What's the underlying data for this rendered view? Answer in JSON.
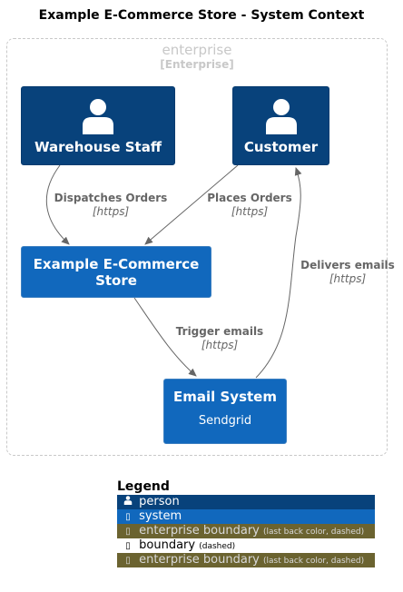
{
  "diagram": {
    "title": "Example E-Commerce Store - System Context"
  },
  "boundary": {
    "name": "enterprise",
    "type": "[Enterprise]"
  },
  "nodes": {
    "warehouse_staff": {
      "label": "Warehouse Staff",
      "icon": "person-icon"
    },
    "customer": {
      "label": "Customer",
      "icon": "person-icon"
    },
    "store": {
      "label_line1": "Example E-Commerce",
      "label_line2": "Store"
    },
    "email": {
      "label": "Email System",
      "description": "Sendgrid"
    }
  },
  "edges": {
    "dispatches": {
      "label": "Dispatches Orders",
      "tech": "[https]"
    },
    "places": {
      "label": "Places Orders",
      "tech": "[https]"
    },
    "trigger": {
      "label": "Trigger emails",
      "tech": "[https]"
    },
    "delivers": {
      "label": "Delivers emails",
      "tech": "[https]"
    }
  },
  "legend": {
    "title": "Legend",
    "rows": [
      {
        "symbol": "person-icon",
        "label": "person",
        "note": ""
      },
      {
        "symbol": "box-glyph",
        "label": "system",
        "note": ""
      },
      {
        "symbol": "box-glyph",
        "label": "enterprise boundary",
        "note": "(last back color, dashed)"
      },
      {
        "symbol": "box-glyph",
        "label": "boundary",
        "note": "(dashed)"
      },
      {
        "symbol": "box-glyph",
        "label": "enterprise boundary",
        "note": "(last back color, dashed)"
      }
    ]
  },
  "colors": {
    "person": "#08427b",
    "system": "#1168bd",
    "boundary_legend": "#6b6330",
    "edge": "#666666",
    "boundary_line": "#c8c8c8"
  }
}
